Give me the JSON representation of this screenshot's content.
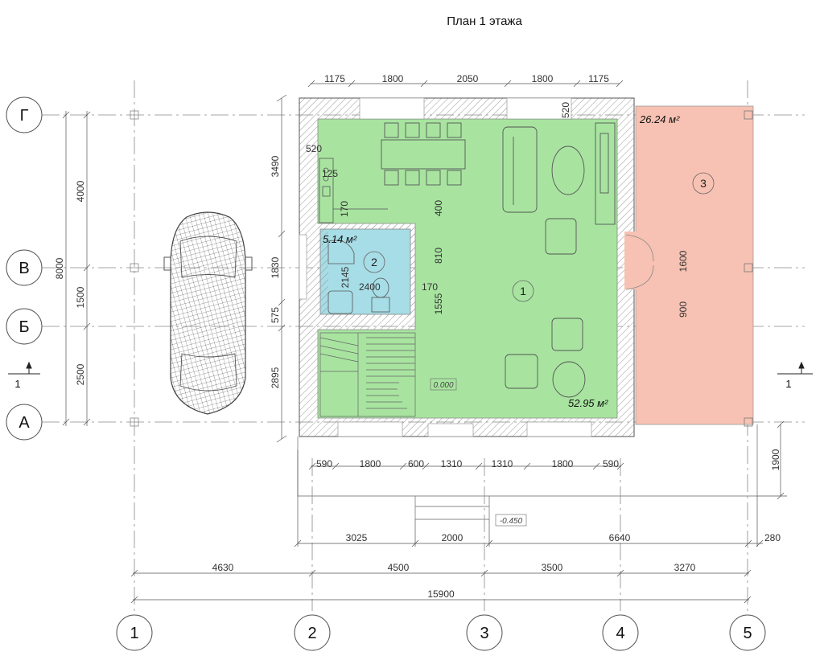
{
  "title": "План 1 этажа",
  "axes": {
    "rows": [
      "Г",
      "В",
      "Б",
      "А"
    ],
    "cols": [
      "1",
      "2",
      "3",
      "4",
      "5"
    ]
  },
  "rooms": [
    {
      "number": "1",
      "area": "52.95 м²",
      "color": "#a8e4a0"
    },
    {
      "number": "2",
      "area": "5.14 м²",
      "color": "#a6dde6"
    },
    {
      "number": "3",
      "area": "26.24 м²",
      "color": "#f7c2b3"
    }
  ],
  "levels": {
    "floor": "0.000",
    "ground": "-0.450"
  },
  "section_mark": "1",
  "dims": {
    "top": [
      "1175",
      "1800",
      "2050",
      "1800",
      "1175"
    ],
    "left_outer": [
      "4000",
      "1500",
      "2500"
    ],
    "left_total": "8000",
    "left_inner": [
      "3490",
      "1830",
      "575",
      "2895"
    ],
    "bottom_openings": [
      "590",
      "1800",
      "600",
      "1310",
      "1310",
      "1800",
      "590"
    ],
    "bottom_mid": [
      "3025",
      "2000",
      "6640",
      "280"
    ],
    "bottom_axes": [
      "4630",
      "4500",
      "3500",
      "3270"
    ],
    "bottom_total": "15900",
    "right": "1900",
    "inner": {
      "d520a": "520",
      "d520b": "520",
      "d125": "125",
      "d170a": "170",
      "d400": "400",
      "d810": "810",
      "d2145": "2145",
      "d2400": "2400",
      "d170b": "170",
      "d1555": "1555",
      "d1600": "1600",
      "d900": "900"
    }
  }
}
